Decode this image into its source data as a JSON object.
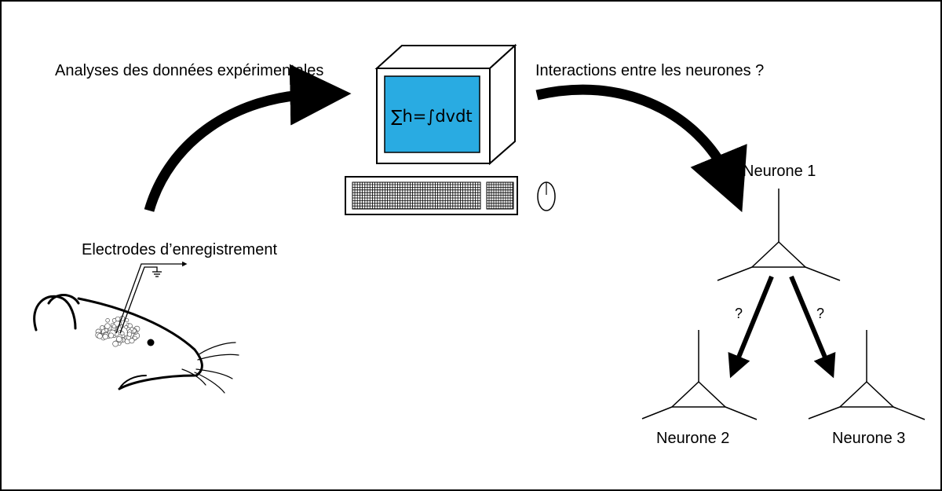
{
  "labels": {
    "analysis": "Analyses des données expérimentales",
    "interactions": "Interactions entre les neurones ?",
    "electrodes": "Electrodes d’enregistrement",
    "neuron1": "Neurone 1",
    "neuron2": "Neurone 2",
    "neuron3": "Neurone 3",
    "question_left": "?",
    "question_right": "?"
  },
  "computer": {
    "formula": "∑h=∫dvdt",
    "screen_color": "#29abe2"
  },
  "colors": {
    "ink": "#000000",
    "background": "#ffffff"
  }
}
